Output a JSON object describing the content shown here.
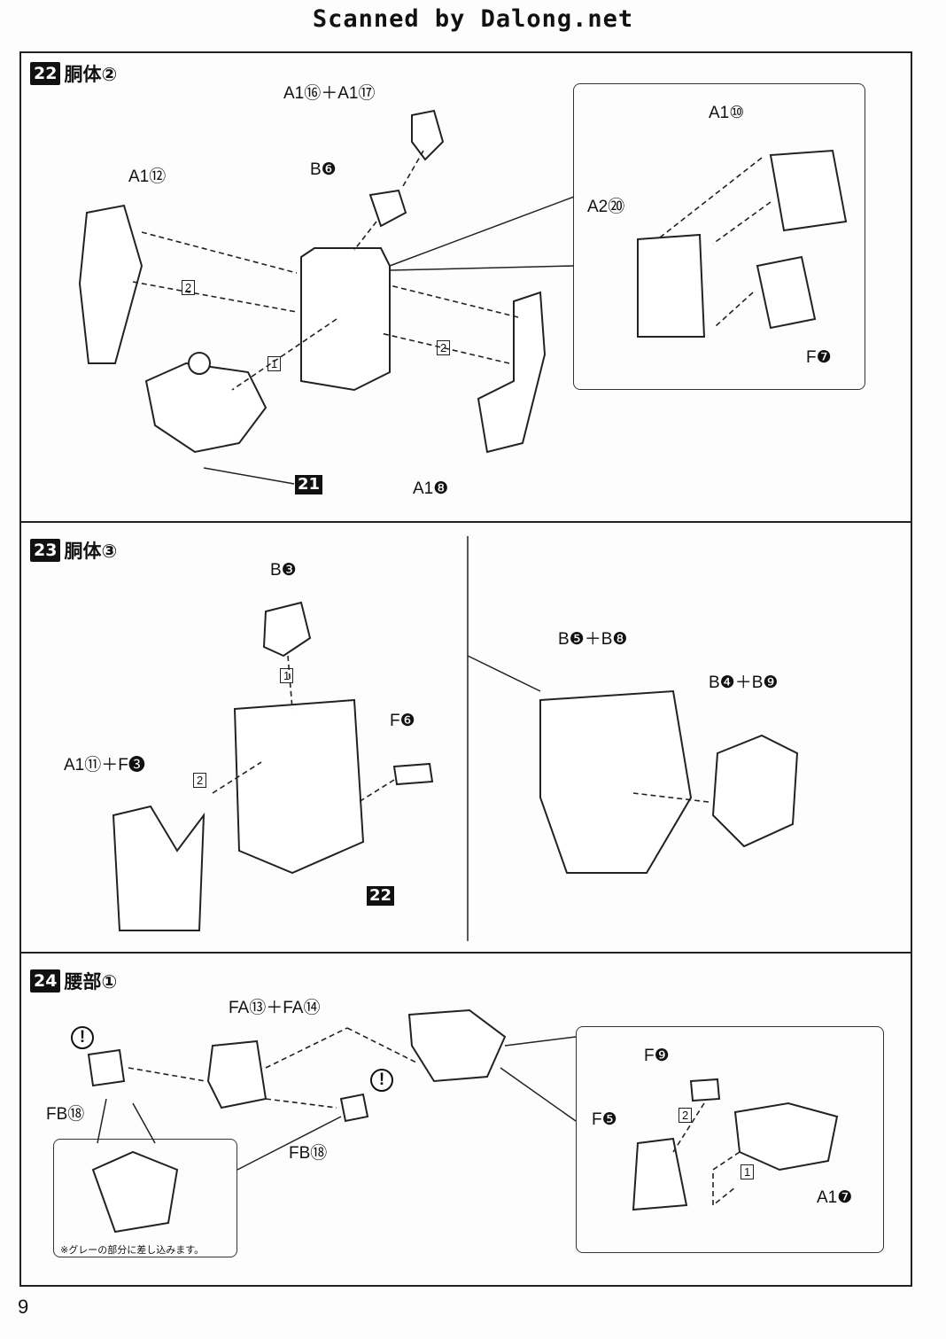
{
  "header": {
    "scan_credit": "Scanned by Dalong.net"
  },
  "page_number": "9",
  "steps": [
    {
      "number": "22",
      "title": "胴体②",
      "labels": {
        "a16_a17": "A1⑯＋A1⑰",
        "b6": "B❻",
        "a12": "A1⑫",
        "a10": "A1⑩",
        "a20": "A2⑳",
        "f7": "F❼",
        "a8": "A1❽",
        "ref": "21",
        "order1": "1",
        "order2a": "2",
        "order2b": "2"
      }
    },
    {
      "number": "23",
      "title": "胴体③",
      "labels": {
        "b3": "B❸",
        "f6": "F❻",
        "a11_f3": "A1⑪＋F❸",
        "b5_b8": "B❺＋B❽",
        "b4_b9": "B❹＋B❾",
        "ref": "22",
        "order1": "1",
        "order2": "2"
      }
    },
    {
      "number": "24",
      "title": "腰部①",
      "labels": {
        "fa13_fa14": "FA⑬＋FA⑭",
        "fb18_left": "FB⑱",
        "fb18_right": "FB⑱",
        "f9": "F❾",
        "f5": "F❺",
        "a7": "A1❼",
        "order1": "1",
        "order2": "2",
        "caution": "!",
        "note": "※グレーの部分に差し込みます。"
      }
    }
  ]
}
